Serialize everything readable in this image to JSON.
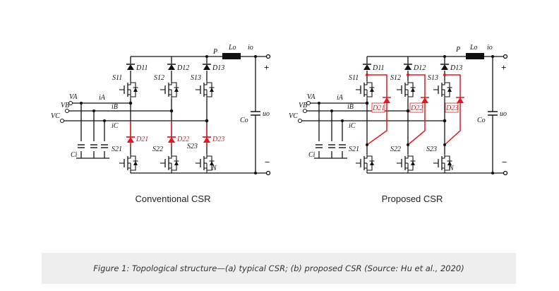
{
  "left_panel": {
    "title": "Conventional CSR",
    "labels": {
      "va": "VA",
      "vb": "VB",
      "vc": "VC",
      "ia": "iA",
      "ib": "iB",
      "ic": "iC",
      "ci": "Ci",
      "co": "Co",
      "lo": "Lo",
      "io": "io",
      "uo": "uo",
      "p": "P",
      "n": "N",
      "plus": "+",
      "minus": "−",
      "s11": "S11",
      "s12": "S12",
      "s13": "S13",
      "s21": "S21",
      "s22": "S22",
      "s23": "S23",
      "d11": "D11",
      "d12": "D12",
      "d13": "D13",
      "d21": "D21",
      "d22": "D22",
      "d23": "D23"
    }
  },
  "right_panel": {
    "title": "Proposed CSR",
    "labels": {
      "va": "VA",
      "vb": "VB",
      "vc": "VC",
      "ia": "iA",
      "ib": "iB",
      "ic": "iC",
      "ci": "Ci",
      "co": "Co",
      "lo": "Lo",
      "io": "io",
      "uo": "uo",
      "p": "P",
      "n": "N",
      "plus": "+",
      "minus": "−",
      "s11": "S11",
      "s12": "S12",
      "s13": "S13",
      "s21": "S21",
      "s22": "S22",
      "s23": "S23",
      "d11": "D11",
      "d12": "D12",
      "d13": "D13",
      "d21": "D21",
      "d22": "D22",
      "d23": "D23"
    }
  },
  "caption": "Figure 1: Topological structure—(a) typical CSR; (b) proposed CSR (Source: Hu et al., 2020)",
  "colors": {
    "wire": "#111111",
    "highlight": "#e0191f",
    "caption_bg": "#eeeeee"
  }
}
